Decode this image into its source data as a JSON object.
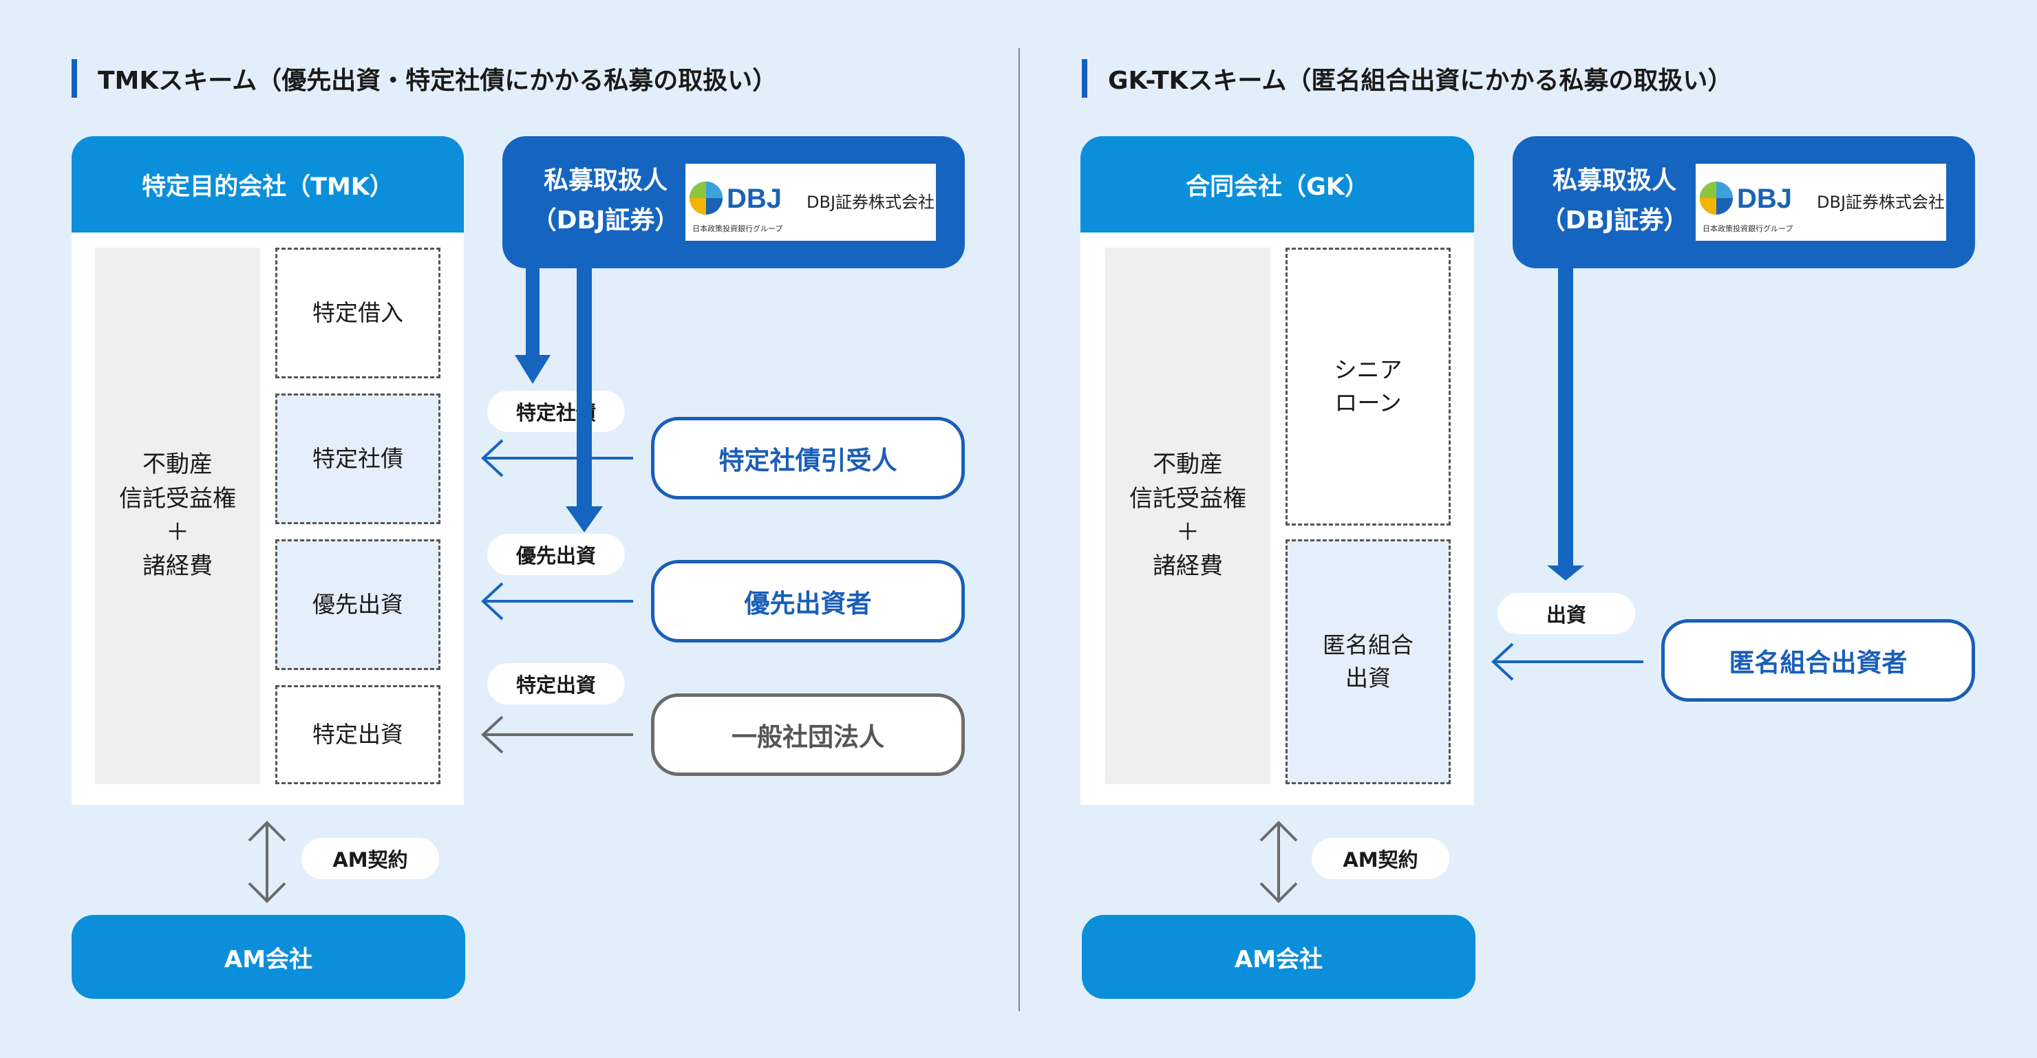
{
  "left": {
    "title": "TMKスキーム（優先出資・特定社債にかかる私募の取扱い）",
    "entity_header": "特定目的会社（TMK）",
    "asset": "不動産\n信託受益権\n＋\n諸経費",
    "funding": [
      "特定借入",
      "特定社債",
      "優先出資",
      "特定出資"
    ],
    "agent": {
      "label": "私募取扱人\n（DBJ証券）"
    },
    "flows": [
      "特定社債",
      "優先出資",
      "特定出資"
    ],
    "investors": [
      "特定社債引受人",
      "優先出資者",
      "一般社団法人"
    ],
    "am_contract": "AM契約",
    "am_company": "AM会社"
  },
  "right": {
    "title": "GK-TKスキーム（匿名組合出資にかかる私募の取扱い）",
    "entity_header": "合同会社（GK）",
    "asset": "不動産\n信託受益権\n＋\n諸経費",
    "funding": [
      "シニア\nローン",
      "匿名組合\n出資"
    ],
    "agent": {
      "label": "私募取扱人\n（DBJ証券）"
    },
    "flows": [
      "出資"
    ],
    "investors": [
      "匿名組合出資者"
    ],
    "am_contract": "AM契約",
    "am_company": "AM会社"
  },
  "logo": {
    "mark": "DBJ",
    "company": "DBJ証券株式会社",
    "group": "日本政策投資銀行グループ"
  },
  "colors": {
    "primary": "#1565c0",
    "header": "#0b8fdb",
    "background": "#e2effb",
    "arrow_gray": "#6b6b6b"
  }
}
